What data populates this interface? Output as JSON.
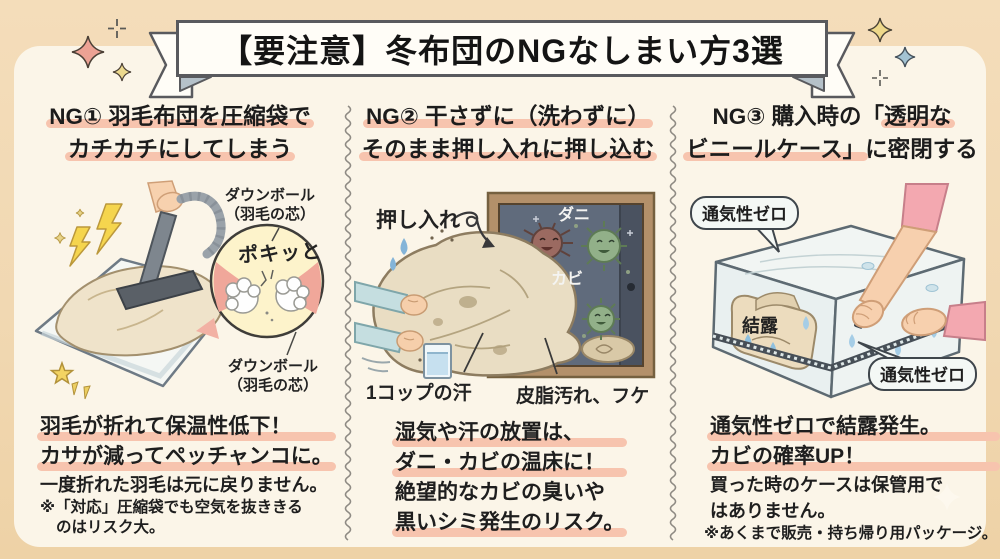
{
  "banner": {
    "title": "【要注意】冬布団のNGなしまい方3選"
  },
  "col1": {
    "heading": {
      "line1": "NG① 羽毛布団を圧縮袋で",
      "line2": "カチカチにしてしまう"
    },
    "labels": {
      "downball_top": "ダウンボール",
      "downball_top_sub": "（羽毛の芯）",
      "snap": "ポキッと",
      "downball_bottom": "ダウンボール",
      "downball_bottom_sub": "（羽毛の芯）"
    },
    "body": {
      "line1": "羽毛が折れて保温性低下！",
      "line2": "カサが減ってペッチャンコに。",
      "line3": "一度折れた羽毛は元に戻りません。",
      "note1": "※「対応」圧縮袋でも空気を抜ききる",
      "note2": "のはリスク大。"
    }
  },
  "col2": {
    "heading": {
      "line1": "NG② 干さずに（洗わずに）",
      "line2": "そのまま押し入れに押し込む"
    },
    "labels": {
      "closet": "押し入れ",
      "mite": "ダニ",
      "mold": "カビ",
      "sweat_cup": "1コップの汗",
      "sebum": "皮脂汚れ、フケ"
    },
    "body": {
      "line1": "湿気や汗の放置は、",
      "line2": "ダニ・カビの温床に！",
      "line3": "絶望的なカビの臭いや",
      "line4": "黒いシミ発生のリスク。"
    }
  },
  "col3": {
    "heading": {
      "line1_plain": "NG③ 購入時の「",
      "line1_hl": "透明な",
      "line2_hl": "ビニールケース」",
      "line2_plain": "に密閉する"
    },
    "labels": {
      "airflow_top": "通気性ゼロ",
      "condensation": "結露",
      "airflow_bottom": "通気性ゼロ"
    },
    "body": {
      "line1": "通気性ゼロで結露発生。",
      "line2": "カビの確率UP！",
      "line3": "買った時のケースは保管用で",
      "line4": "はありません。",
      "note": "※あくまで販売・持ち帰り用パッケージ。"
    }
  },
  "colors": {
    "highlight_pink": "#f7c4ae",
    "background_tan": "#f1d8b2",
    "panel_cream": "#fbf5e8",
    "bubble_fill": "#f4f8f5",
    "ribbon_outline": "#595a5e"
  }
}
